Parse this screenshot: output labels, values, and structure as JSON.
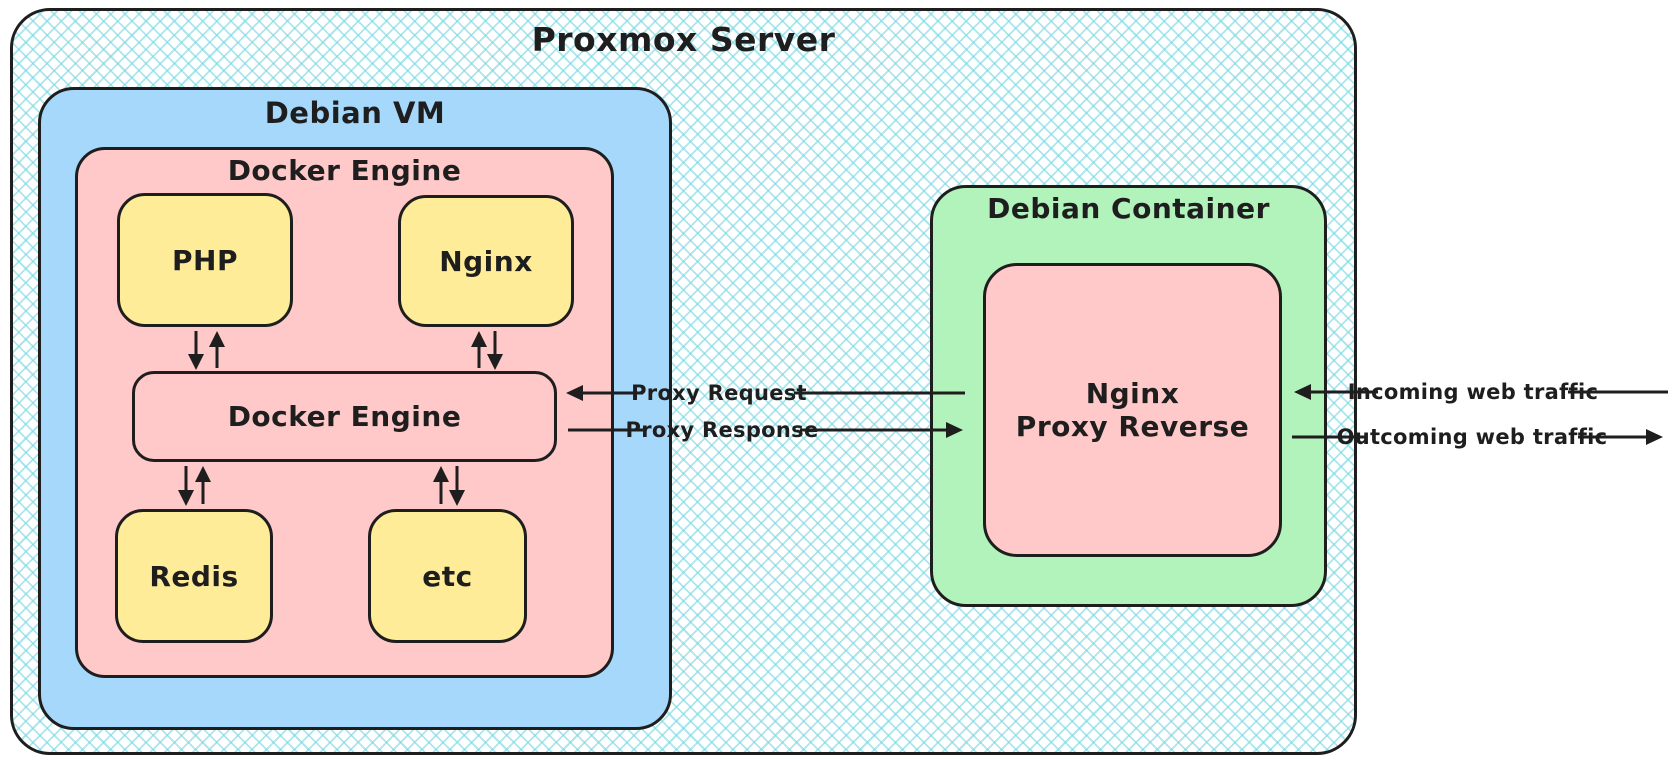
{
  "diagram": {
    "proxmox": {
      "title": "Proxmox Server"
    },
    "debian_vm": {
      "title": "Debian VM"
    },
    "docker_engine_group": {
      "title": "Docker Engine"
    },
    "services": [
      {
        "label": "PHP"
      },
      {
        "label": "Nginx"
      },
      {
        "label": "Redis"
      },
      {
        "label": "etc"
      }
    ],
    "docker_engine_box": {
      "label": "Docker Engine"
    },
    "debian_container": {
      "title": "Debian Container"
    },
    "nginx_proxy": {
      "line1": "Nginx",
      "line2": "Proxy Reverse"
    },
    "flows": {
      "proxy_request": {
        "label": "Proxy Request"
      },
      "proxy_response": {
        "label": "Proxy Response"
      },
      "incoming": {
        "label": "Incoming web traffic"
      },
      "outcoming": {
        "label": "Outcoming web traffic"
      }
    }
  },
  "colors": {
    "stroke": "#1e1e1e",
    "vm_blue": "#a5d8fa",
    "docker_pink": "#ffc9c9",
    "service_yellow": "#ffec99",
    "container_green": "#b2f2bb",
    "hatch_cyan": "#7dd8e4",
    "canvas_bg": "#ffffff"
  }
}
